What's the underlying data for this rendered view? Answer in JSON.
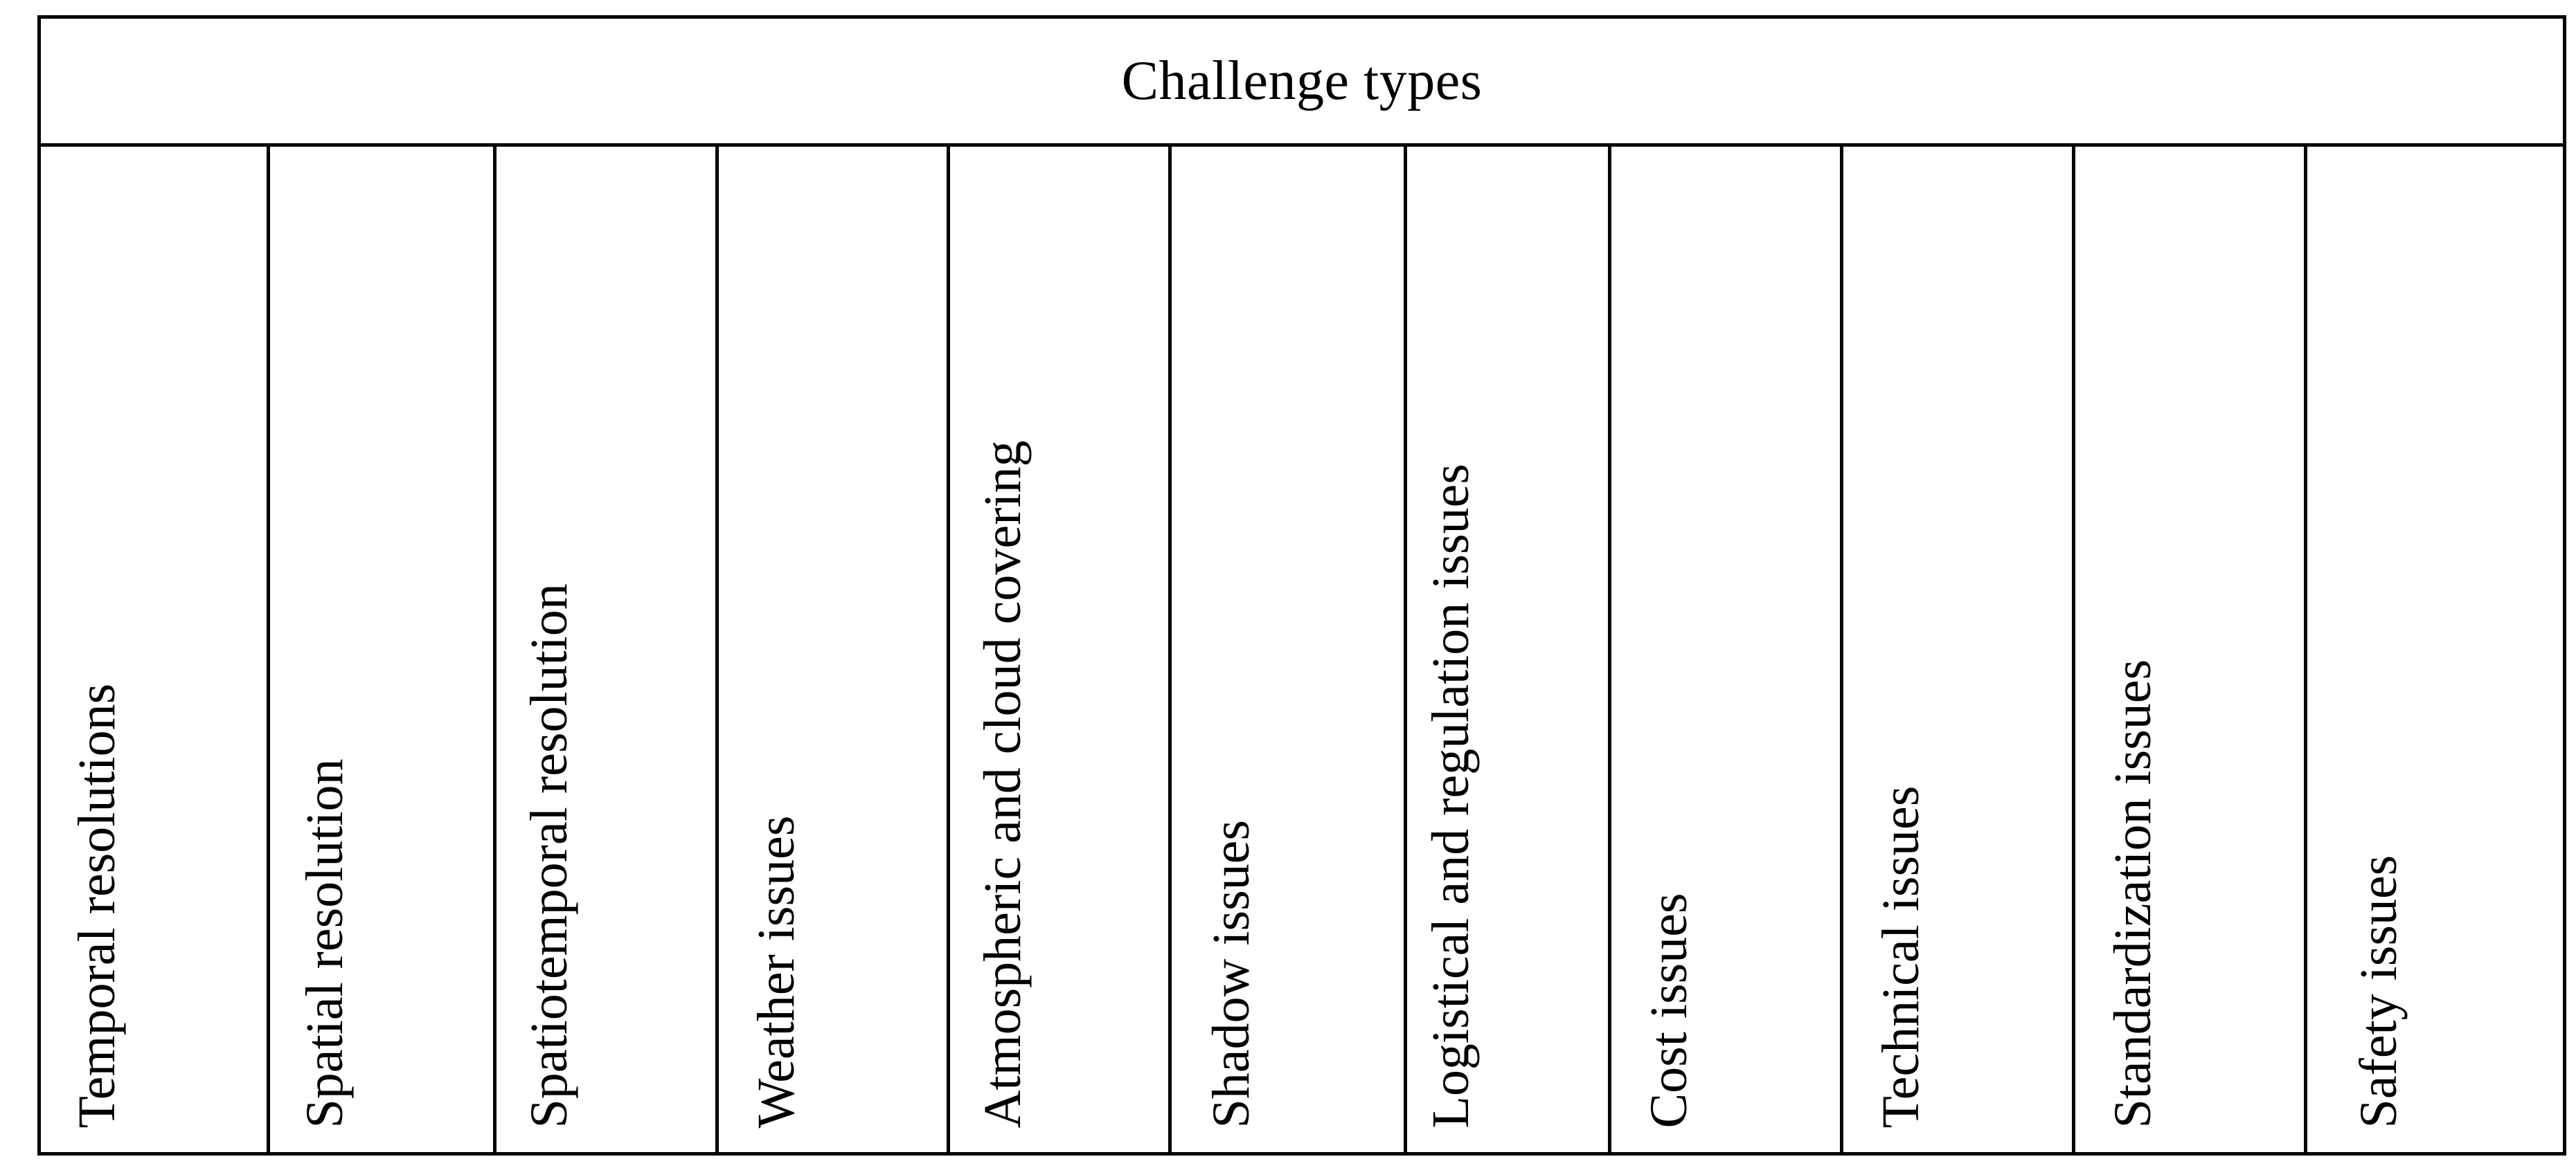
{
  "table": {
    "header": {
      "title": "Challenge types"
    },
    "orientation": "vertical-rotated-columns",
    "column_count": 11,
    "columns": [
      {
        "label": "Temporal resolutions"
      },
      {
        "label": "Spatial resolution"
      },
      {
        "label": "Spatiotemporal resolution"
      },
      {
        "label": "Weather issues"
      },
      {
        "label": "Atmospheric and cloud covering"
      },
      {
        "label": "Shadow issues"
      },
      {
        "label": "Logistical and regulation issues"
      },
      {
        "label": "Cost issues"
      },
      {
        "label": "Technical issues"
      },
      {
        "label": "Standardization issues"
      },
      {
        "label": "Safety issues"
      }
    ]
  },
  "style": {
    "border_color": "#000000",
    "text_color": "#000000",
    "background": "#ffffff"
  }
}
